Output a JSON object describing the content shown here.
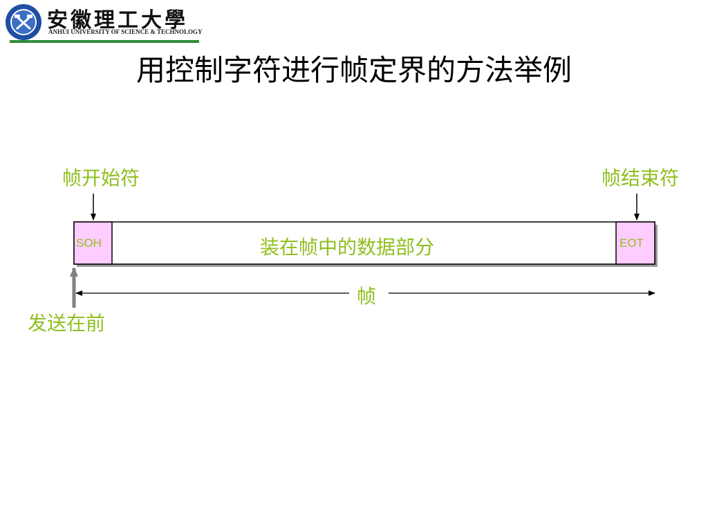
{
  "header": {
    "university_cn": "安徽理工大學",
    "university_en": "ANHUI UNIVERSITY OF SCIENCE & TECHNOLOGY"
  },
  "slide": {
    "title": "用控制字符进行帧定界的方法举例"
  },
  "diagram": {
    "start_label": "帧开始符",
    "end_label": "帧结束符",
    "soh": "SOH",
    "eot": "EOT",
    "data_part": "装在帧中的数据部分",
    "frame": "帧",
    "send_first": "发送在前"
  },
  "colors": {
    "label_green": "#8fbf1f",
    "control_fill": "#ffccff",
    "rule_green": "#2e8b3a"
  }
}
